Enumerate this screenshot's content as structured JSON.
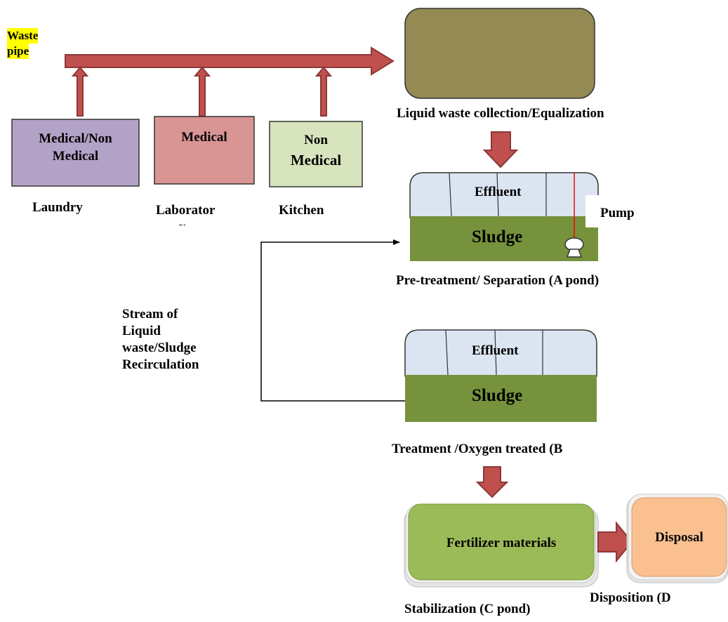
{
  "waste_pipe": {
    "label_line1": "Waste",
    "label_line2": "pipe",
    "highlight_color": "#ffff00"
  },
  "sources": [
    {
      "box_label_line1": "Medical/Non",
      "box_label_line2": "Medical",
      "caption": "Laundry",
      "color": "#b3a2c7"
    },
    {
      "box_label_line1": "Medical",
      "box_label_line2": "",
      "caption": "Laborator",
      "caption_cut": "y",
      "color": "#d99594"
    },
    {
      "box_label_line1": "Non",
      "box_label_line2": "Medical",
      "caption": "Kitchen",
      "color": "#d7e4bd"
    }
  ],
  "collection": {
    "caption": "Liquid waste collection/Equalization",
    "color": "#948a54"
  },
  "pond_a": {
    "effluent": "Effluent",
    "sludge": "Sludge",
    "pump": "Pump",
    "caption": "Pre-treatment/ Separation (A pond)"
  },
  "pond_b": {
    "effluent": "Effluent",
    "sludge": "Sludge",
    "caption": "Treatment /Oxygen treated (B"
  },
  "recirculation": {
    "line1": "Stream of",
    "line2": "Liquid",
    "line3": "waste/Sludge",
    "line4": "Recirculation"
  },
  "stabilization": {
    "box_label": "Fertilizer materials",
    "caption": "Stabilization (C pond)",
    "color": "#9bbb59"
  },
  "disposal": {
    "box_label": "Disposal",
    "caption": "Disposition (D",
    "color": "#fac090"
  },
  "colors": {
    "arrow_fill": "#c0504d",
    "arrow_stroke": "#8c3836",
    "effluent": "#dbe5f1",
    "sludge": "#76923c",
    "pump_line": "#ff0000"
  }
}
